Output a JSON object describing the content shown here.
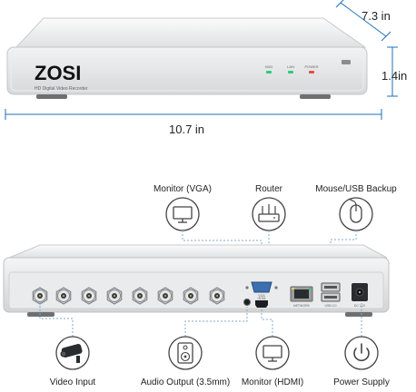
{
  "dimensions": {
    "depth": "7.3 in",
    "height": "1.4in",
    "width": "10.7 in"
  },
  "dvr": {
    "brand": "ZOSI",
    "model": "HD Digital Video Recorder",
    "leds": [
      "HDD",
      "LAN",
      "POWER"
    ],
    "led_colors": [
      "#2ecc71",
      "#2ecc71",
      "#e74c3c"
    ]
  },
  "top_callouts": {
    "vga": "Monitor (VGA)",
    "router": "Router",
    "usb": "Mouse/USB Backup"
  },
  "bottom_callouts": {
    "video": "Video Input",
    "audio": "Audio Output (3.5mm)",
    "hdmi": "Monitor (HDMI)",
    "power": "Power Supply"
  },
  "port_labels": {
    "vga": "VGA",
    "hdmi": "HDMI",
    "network": "NETWORK",
    "usb": "USB 2.0",
    "dc": "DC 12V"
  },
  "colors": {
    "accent": "#1f6fb5",
    "case": "#e6e8ea"
  }
}
